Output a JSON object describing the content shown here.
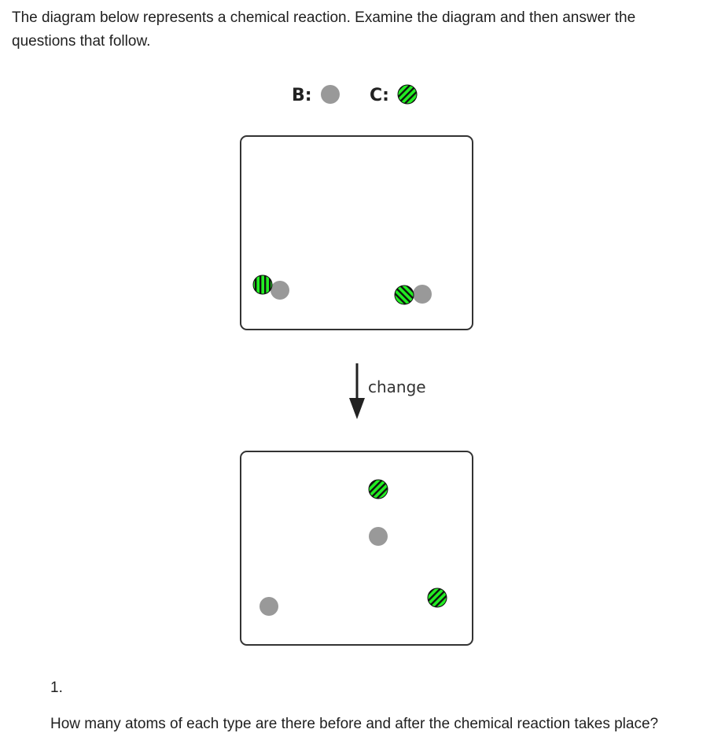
{
  "intro_text": "The diagram below represents a chemical reaction. Examine the diagram and then answer the questions that follow.",
  "diagram": {
    "legend": {
      "b_label": "B:",
      "c_label": "C:"
    },
    "arrow_label": "change",
    "colors": {
      "atom_b": "#999999",
      "atom_c": "#22ee22",
      "stripe": "#111111",
      "box_border": "#333333"
    }
  },
  "question": {
    "number": "1.",
    "text": "How many atoms of each type are there before and after the chemical reaction takes place?"
  }
}
